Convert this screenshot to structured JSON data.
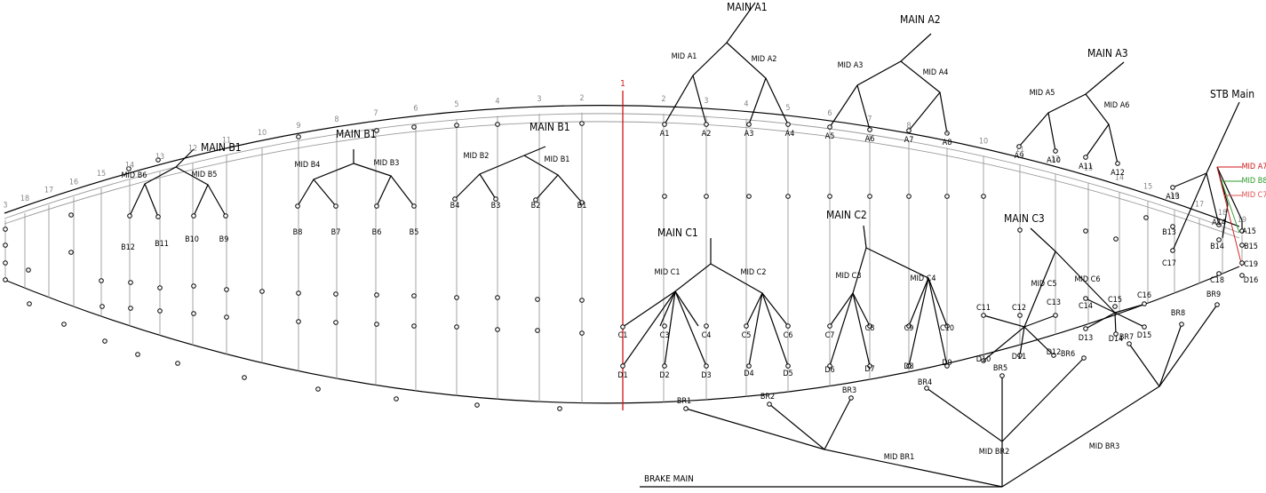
{
  "center_marker": "1",
  "rib_numbers_left": [
    "2",
    "3",
    "4",
    "5",
    "6",
    "7",
    "8",
    "9",
    "10",
    "11",
    "12",
    "13",
    "14",
    "15",
    "16",
    "17",
    "18",
    "3"
  ],
  "rib_numbers_right": [
    "2",
    "3",
    "4",
    "5",
    "6",
    "7",
    "8",
    "9",
    "10",
    "11",
    "12",
    "13",
    "14",
    "15",
    "16",
    "17",
    "18",
    "19"
  ],
  "mains": [
    "MAIN A1",
    "MAIN A2",
    "MAIN A3",
    "MAIN B1",
    "MAIN B1",
    "MAIN B1",
    "MAIN C1",
    "MAIN C2",
    "MAIN C3",
    "STB Main",
    "BRAKE MAIN"
  ],
  "mids": [
    "MID A1",
    "MID A2",
    "MID A3",
    "MID A4",
    "MID A5",
    "MID A6",
    "MID B1",
    "MID B2",
    "MID B3",
    "MID B4",
    "MID B5",
    "MID B6",
    "MID C1",
    "MID C2",
    "MID C3",
    "MID C4",
    "MID C5",
    "MID C6",
    "MID A7",
    "MID B8",
    "MID C7",
    "MID BR1",
    "MID BR2",
    "MID BR3"
  ],
  "a_lines": [
    "A1",
    "A2",
    "A3",
    "A4",
    "A5",
    "A6",
    "A7",
    "A8",
    "A9",
    "A10",
    "A11",
    "A12",
    "A13",
    "A14",
    "A15"
  ],
  "b_lines": [
    "B1",
    "B2",
    "B3",
    "B4",
    "B5",
    "B6",
    "B7",
    "B8",
    "B9",
    "B10",
    "B11",
    "B12",
    "B13",
    "B14",
    "B15"
  ],
  "c_lines": [
    "C1",
    "C3",
    "C4",
    "C5",
    "C6",
    "C7",
    "C8",
    "C9",
    "C10",
    "C11",
    "C12",
    "C13",
    "C14",
    "C15",
    "C16",
    "C17",
    "C18",
    "C19"
  ],
  "d_lines": [
    "D1",
    "D2",
    "D3",
    "D4",
    "D5",
    "D6",
    "D7",
    "D8",
    "D9",
    "D10",
    "D11",
    "D12",
    "D13",
    "D14",
    "D15",
    "D16"
  ],
  "brake_lines": [
    "BR1",
    "BR2",
    "BR3",
    "BR4",
    "BR5",
    "BR6",
    "BR7",
    "BR8",
    "BR9"
  ],
  "colors": {
    "center": "#d11414",
    "mid_a7": "#d11414",
    "mid_b8": "#2a9a2a",
    "mid_c7": "#e05050"
  }
}
